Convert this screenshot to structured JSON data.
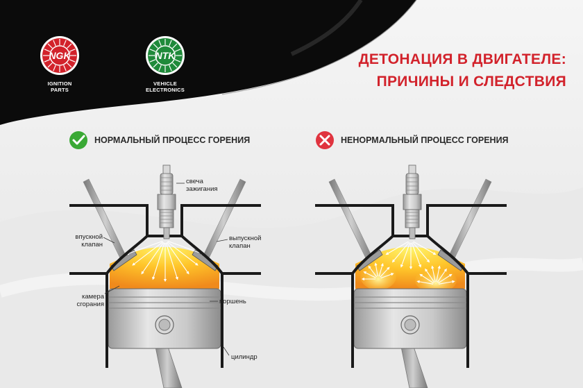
{
  "brand": {
    "ngk": {
      "name": "NGK",
      "caption_line1": "IGNITION",
      "caption_line2": "PARTS",
      "color": "#d2222b"
    },
    "ntk": {
      "name": "NTK",
      "caption_line1": "VEHICLE",
      "caption_line2": "ELECTRONICS",
      "color": "#1f8a3a"
    }
  },
  "title": {
    "line1": "ДЕТОНАЦИЯ В ДВИГАТЕЛЕ:",
    "line2": "ПРИЧИНЫ И СЛЕДСТВИЯ",
    "color": "#d2222b"
  },
  "panels": {
    "normal": {
      "heading": "НОРМАЛЬНЫЙ ПРОЦЕСС ГОРЕНИЯ",
      "status_icon": "check-icon",
      "status_color": "#3aa935"
    },
    "abnormal": {
      "heading": "НЕНОРМАЛЬНЫЙ ПРОЦЕСС ГОРЕНИЯ",
      "status_icon": "cross-icon",
      "status_color": "#e0343f"
    }
  },
  "labels": {
    "spark_plug": {
      "line1": "свеча",
      "line2": "зажигания"
    },
    "intake_valve": {
      "line1": "впускной",
      "line2": "клапан"
    },
    "exhaust_valve": {
      "line1": "выпускной",
      "line2": "клапан"
    },
    "combustion_chamber": {
      "line1": "камера",
      "line2": "сгорания"
    },
    "piston": "поршень",
    "cylinder": "цилиндр"
  }
}
